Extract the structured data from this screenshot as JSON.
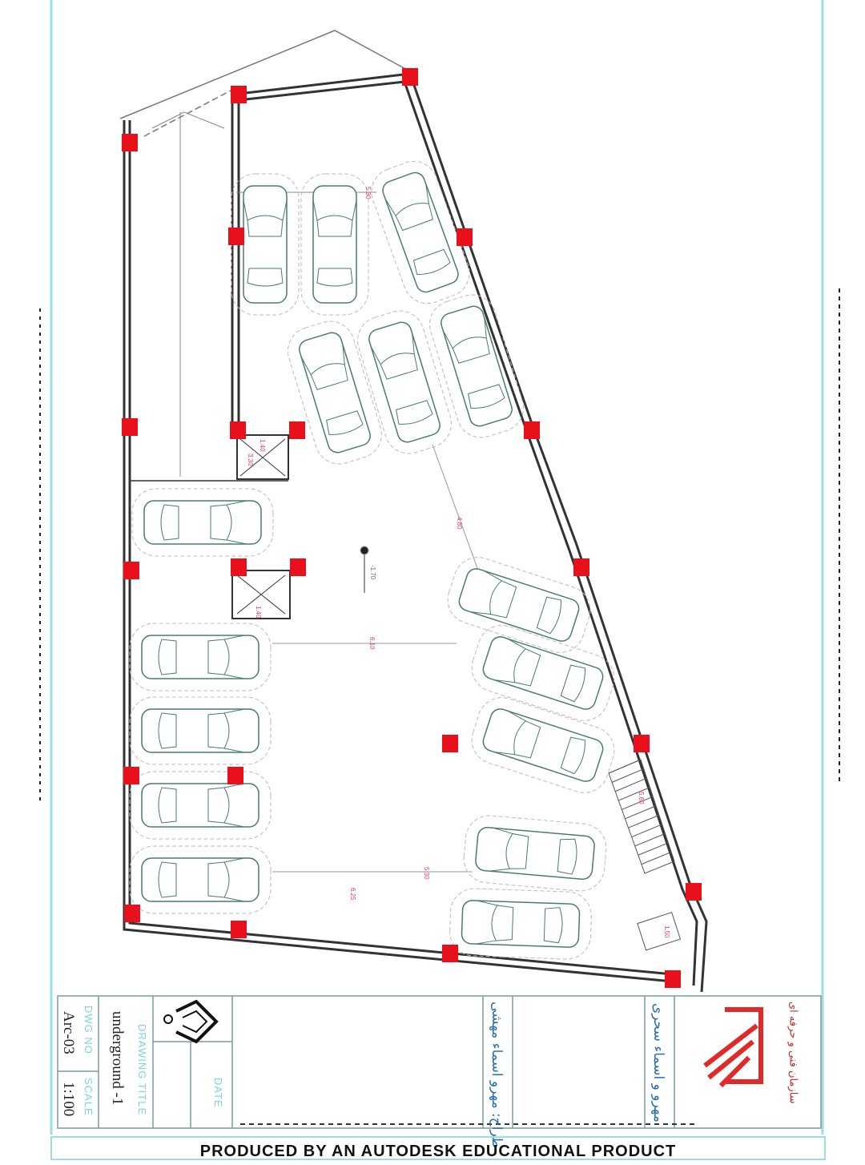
{
  "title_block": {
    "dwg_no_label": "DWG NO",
    "dwg_no": "Arc-03",
    "scale_label": "SCALE",
    "scale": "1:100",
    "drawing_title_label": "DRAWING TITLE",
    "drawing_title": "underground -1",
    "date_label": "DATE",
    "designer": "طراح: مهرو اسماء مهشی",
    "authors": "مهرو و اسماء سحری",
    "logo_text": "سازمان فنی و حرفه ای"
  },
  "dimensions": [
    "5.30",
    "1.40",
    "3.30",
    "4.80",
    "-1.70",
    "6.10",
    "1.40",
    "5.60",
    "5.30",
    "6.25",
    "1.50"
  ],
  "footer": "PRODUCED BY AN AUTODESK EDUCATIONAL PRODUCT",
  "colors": {
    "column": "#e8101a",
    "frame": "#9fdde3",
    "car": "#4a7a72",
    "wall": "#333333"
  }
}
